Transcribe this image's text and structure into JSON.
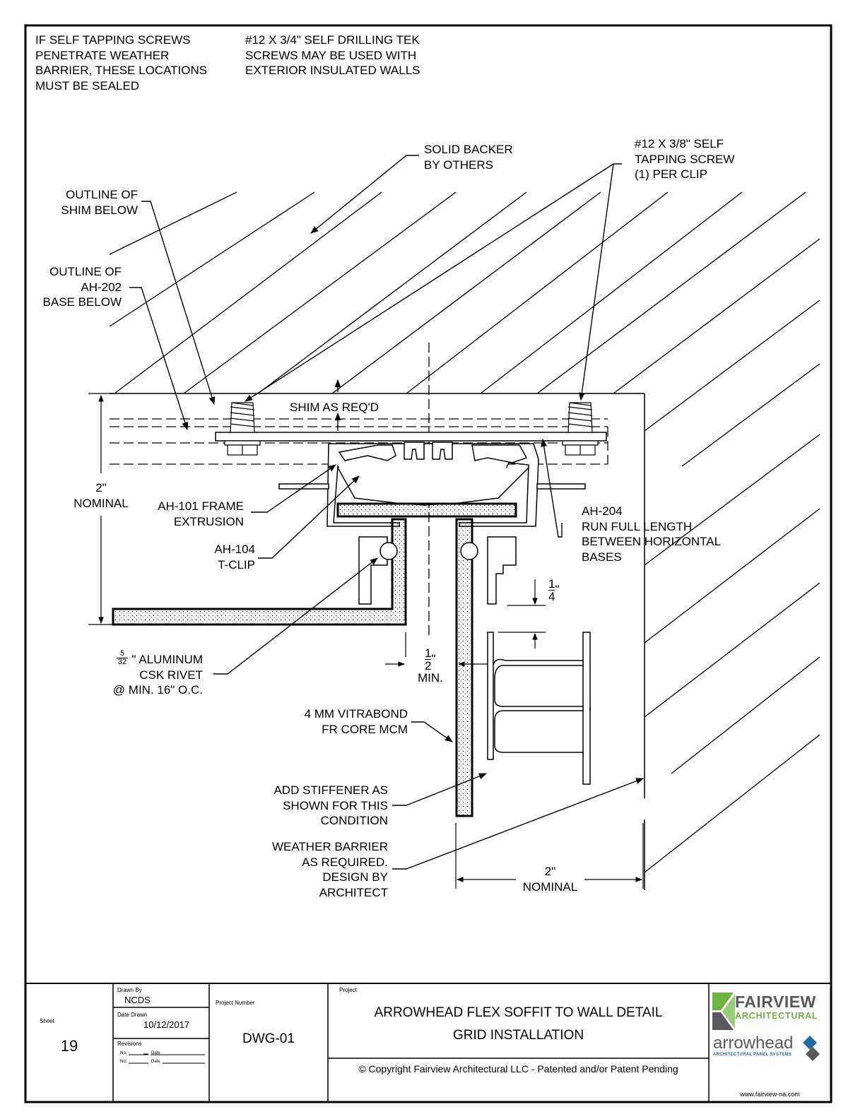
{
  "notes": {
    "top_left": "IF SELF TAPPING SCREWS\nPENETRATE WEATHER\nBARRIER, THESE LOCATIONS\nMUST BE SEALED",
    "top_mid": "#12 X 3/4\" SELF DRILLING TEK\nSCREWS MAY BE USED WITH\nEXTERIOR INSULATED WALLS"
  },
  "labels": {
    "solid_backer": "SOLID BACKER\nBY OTHERS",
    "self_tapping": "#12 X 3/8\" SELF\nTAPPING SCREW\n(1) PER CLIP",
    "outline_shim": "OUTLINE OF\nSHIM BELOW",
    "outline_base": "OUTLINE OF\nAH-202\nBASE BELOW",
    "shim": "SHIM AS REQ'D",
    "frame": "AH-101 FRAME\nEXTRUSION",
    "tclip": "AH-104\nT-CLIP",
    "ah204": "AH-204\nRUN FULL LENGTH\nBETWEEN HORIZONTAL\nBASES",
    "rivet": "\" ALUMINUM\nCSK RIVET\n@ MIN. 16\" O.C.",
    "rivet_num": "5",
    "rivet_den": "32",
    "vitrabond": "4 MM VITRABOND\nFR CORE MCM",
    "stiffener": "ADD STIFFENER AS\nSHOWN FOR THIS\nCONDITION",
    "weather": "WEATHER BARRIER\nAS REQUIRED.\nDESIGN BY\nARCHITECT"
  },
  "dimensions": {
    "left_nominal": "2\"\nNOMINAL",
    "bottom_nominal": "2\"\nNOMINAL",
    "quarter_num": "1",
    "quarter_den": "4",
    "quarter_unit": "\"",
    "half_num": "1",
    "half_den": "2",
    "half_unit": "\"",
    "half_min": "MIN."
  },
  "title_block": {
    "sheet_label": "Sheet",
    "sheet": "19",
    "drawn_by_label": "Drawn By",
    "drawn_by": "NCDS",
    "date_label": "Date Drawn",
    "date": "10/12/2017",
    "revisions_label": "Revisions",
    "rev_no": "No.",
    "rev_date": "Date",
    "project_number_label": "Project Number",
    "project_number": "DWG-01",
    "project_label": "Project",
    "title_line1": "ARROWHEAD FLEX SOFFIT TO WALL DETAIL",
    "title_line2": "GRID INSTALLATION",
    "copyright": "© Copyright Fairview Architectural LLC - Patented and/or Patent Pending",
    "logo_fairview": "FAIRVIEW",
    "logo_architectural": "ARCHITECTURAL",
    "logo_arrowhead": "arrowhead",
    "logo_arrowhead_sub": "ARCHITECTURAL PANEL SYSTEMS",
    "website": "www.fairview-na.com"
  },
  "colors": {
    "brand_green": "#6cb33f",
    "brand_blue": "#1f6aa5",
    "brand_gray": "#58595b"
  }
}
